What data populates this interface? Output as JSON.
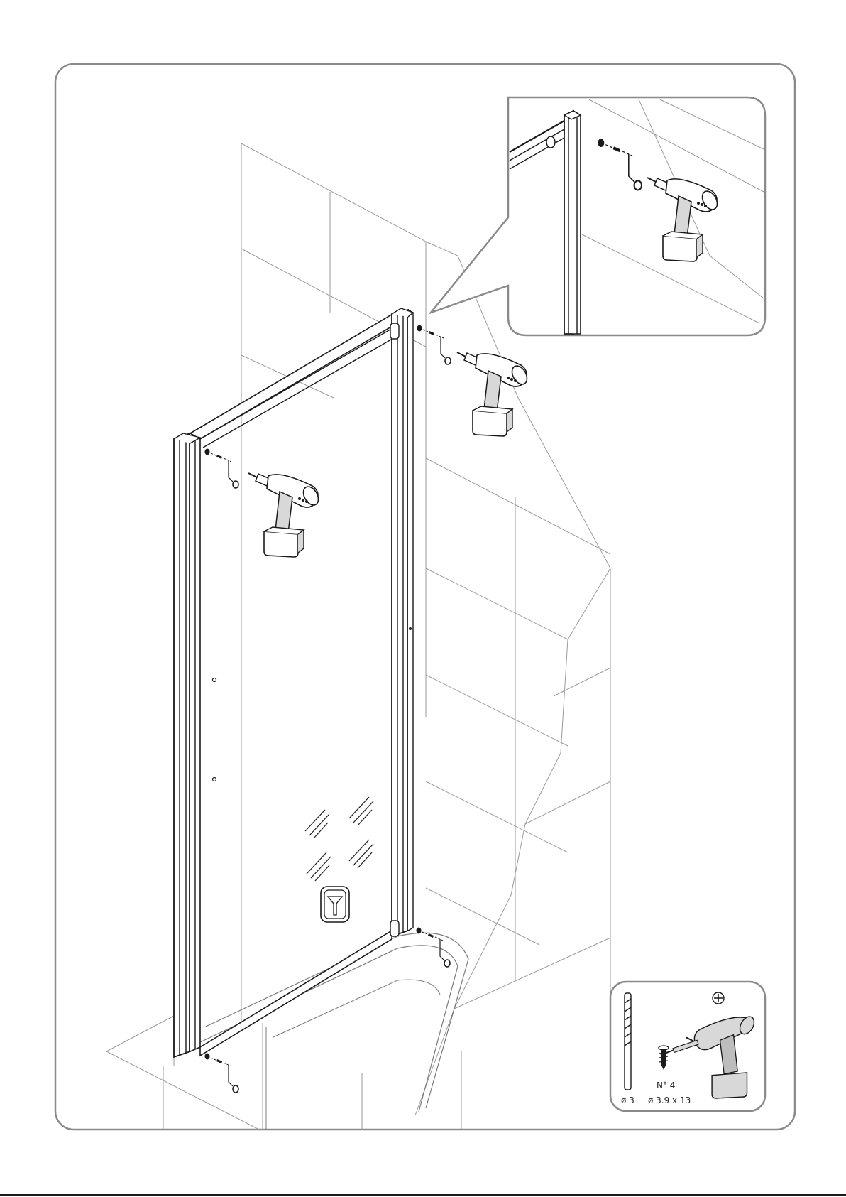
{
  "diagram": {
    "subject": "shower door side panel wall fixing",
    "tools_box": {
      "drill_bit_label": "ø 3",
      "screw_count_label": "N° 4",
      "screw_size_label": "ø 3.9 x 13",
      "screw_type_icon": "phillips-head-icon"
    },
    "colors": {
      "line": "#1a1a1a",
      "tile_line": "#9a9a9a",
      "frame_fill": "#ffffff",
      "tool_shade": "#d8d8d8"
    }
  }
}
